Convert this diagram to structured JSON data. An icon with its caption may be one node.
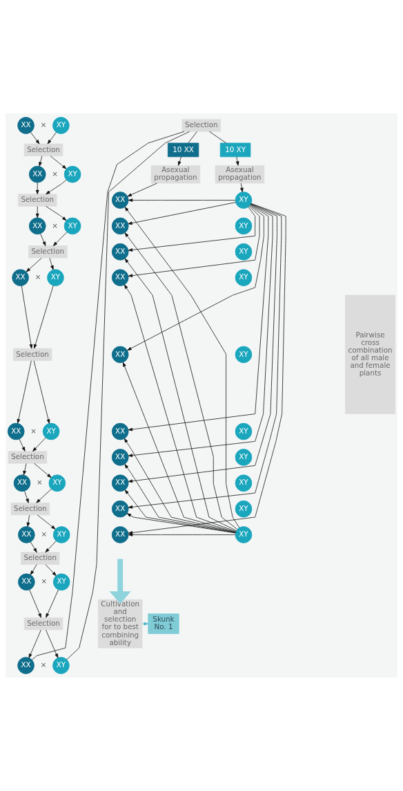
{
  "diagram": {
    "nodes": [
      {
        "text": [
          "XX"
        ]
      },
      {
        "text": [
          "XY"
        ]
      },
      {
        "text": [
          "Selection"
        ]
      },
      {
        "text": [
          "XX"
        ]
      },
      {
        "text": [
          "XY"
        ]
      },
      {
        "text": [
          "Selection"
        ]
      },
      {
        "text": [
          "XX"
        ]
      },
      {
        "text": [
          "XY"
        ]
      },
      {
        "text": [
          "Selection"
        ]
      },
      {
        "text": [
          "XX"
        ]
      },
      {
        "text": [
          "XY"
        ]
      },
      {
        "text": [
          "Selection"
        ]
      },
      {
        "text": [
          "XX"
        ]
      },
      {
        "text": [
          "XY"
        ]
      },
      {
        "text": [
          "Selection"
        ]
      },
      {
        "text": [
          "XX"
        ]
      },
      {
        "text": [
          "XY"
        ]
      },
      {
        "text": [
          "Selection"
        ]
      },
      {
        "text": [
          "XX"
        ]
      },
      {
        "text": [
          "XY"
        ]
      },
      {
        "text": [
          "Selection"
        ]
      },
      {
        "text": [
          "XX"
        ]
      },
      {
        "text": [
          "XY"
        ]
      },
      {
        "text": [
          "Selection"
        ]
      },
      {
        "text": [
          "XX"
        ]
      },
      {
        "text": [
          "XY"
        ]
      },
      {
        "text": [
          "Selection"
        ]
      },
      {
        "text": [
          "10 XX"
        ]
      },
      {
        "text": [
          "10 XY"
        ]
      },
      {
        "text": [
          "Asexual propagation"
        ]
      },
      {
        "text": [
          "Asexual propagation"
        ]
      },
      {
        "text": [
          "XX"
        ]
      },
      {
        "text": [
          "XY"
        ]
      },
      {
        "text": [
          "XX"
        ]
      },
      {
        "text": [
          "XY"
        ]
      },
      {
        "text": [
          "XX"
        ]
      },
      {
        "text": [
          "XY"
        ]
      },
      {
        "text": [
          "XX"
        ]
      },
      {
        "text": [
          "XY"
        ]
      },
      {
        "text": [
          "XX"
        ]
      },
      {
        "text": [
          "XY"
        ]
      },
      {
        "text": [
          "XX"
        ]
      },
      {
        "text": [
          "XY"
        ]
      },
      {
        "text": [
          "XX"
        ]
      },
      {
        "text": [
          "XY"
        ]
      },
      {
        "text": [
          "XX"
        ]
      },
      {
        "text": [
          "XY"
        ]
      },
      {
        "text": [
          "XX"
        ]
      },
      {
        "text": [
          "XY"
        ]
      },
      {
        "text": [
          "XX"
        ]
      },
      {
        "text": [
          "XY"
        ]
      },
      {
        "text": [
          "Pairwise cross combination of all male and female plants"
        ]
      },
      {
        "text": [
          "Cultivation and selection for to best combining ability"
        ]
      },
      {
        "text": [
          "Skunk No. 1"
        ]
      }
    ],
    "edges": [
      {
        "from": 0,
        "to": 2,
        "arrow": "to"
      },
      {
        "from": 1,
        "to": 2,
        "arrow": "to"
      },
      {
        "from": 2,
        "to": 3,
        "arrow": "to"
      },
      {
        "from": 2,
        "to": 4,
        "arrow": "to"
      },
      {
        "from": 3,
        "to": 5,
        "arrow": "to"
      },
      {
        "from": 4,
        "to": 5,
        "arrow": "to"
      },
      {
        "from": 5,
        "to": 6,
        "arrow": "to"
      },
      {
        "from": 5,
        "to": 7,
        "arrow": "to"
      },
      {
        "from": 6,
        "to": 8,
        "arrow": "to"
      },
      {
        "from": 7,
        "to": 8,
        "arrow": "to"
      },
      {
        "from": 8,
        "to": 9,
        "arrow": "to"
      },
      {
        "from": 8,
        "to": 10,
        "arrow": "to"
      },
      {
        "from": 9,
        "to": 11,
        "arrow": "to"
      },
      {
        "from": 10,
        "to": 11,
        "arrow": "to"
      },
      {
        "from": 11,
        "to": 12,
        "arrow": "to"
      },
      {
        "from": 11,
        "to": 13,
        "arrow": "to"
      },
      {
        "from": 12,
        "to": 14,
        "arrow": "to"
      },
      {
        "from": 13,
        "to": 14,
        "arrow": "to"
      },
      {
        "from": 14,
        "to": 15,
        "arrow": "to"
      },
      {
        "from": 14,
        "to": 16,
        "arrow": "to"
      },
      {
        "from": 15,
        "to": 17,
        "arrow": "to"
      },
      {
        "from": 16,
        "to": 17,
        "arrow": "to"
      },
      {
        "from": 17,
        "to": 18,
        "arrow": "to"
      },
      {
        "from": 17,
        "to": 19,
        "arrow": "to"
      },
      {
        "from": 18,
        "to": 20,
        "arrow": "to"
      },
      {
        "from": 19,
        "to": 20,
        "arrow": "to"
      },
      {
        "from": 20,
        "to": 21,
        "arrow": "to"
      },
      {
        "from": 20,
        "to": 22,
        "arrow": "to"
      },
      {
        "from": 21,
        "to": 23,
        "arrow": "to"
      },
      {
        "from": 22,
        "to": 23,
        "arrow": "to"
      },
      {
        "from": 23,
        "to": 24,
        "arrow": "to"
      },
      {
        "from": 23,
        "to": 25,
        "arrow": "to"
      },
      {
        "from": 24,
        "to": 26,
        "arrow": "none"
      },
      {
        "from": 25,
        "to": 26,
        "arrow": "none"
      },
      {
        "from": 26,
        "to": 27,
        "arrow": "none"
      },
      {
        "from": 26,
        "to": 28,
        "arrow": "none"
      },
      {
        "from": 27,
        "to": 29,
        "arrow": "to"
      },
      {
        "from": 28,
        "to": 30,
        "arrow": "to"
      },
      {
        "from": 29,
        "to": 31,
        "arrow": "to"
      },
      {
        "from": 30,
        "to": 32,
        "arrow": "to"
      },
      {
        "from": 32,
        "to": 31,
        "arrow": "to"
      },
      {
        "from": 32,
        "to": 33,
        "arrow": "to"
      },
      {
        "from": 32,
        "to": 35,
        "arrow": "to"
      },
      {
        "from": 32,
        "to": 37,
        "arrow": "to"
      },
      {
        "from": 32,
        "to": 39,
        "arrow": "to"
      },
      {
        "from": 32,
        "to": 41,
        "arrow": "to"
      },
      {
        "from": 32,
        "to": 43,
        "arrow": "to"
      },
      {
        "from": 32,
        "to": 45,
        "arrow": "to"
      },
      {
        "from": 32,
        "to": 47,
        "arrow": "to"
      },
      {
        "from": 32,
        "to": 49,
        "arrow": "to"
      },
      {
        "from": 50,
        "to": 31,
        "arrow": "to"
      },
      {
        "from": 50,
        "to": 33,
        "arrow": "to"
      },
      {
        "from": 50,
        "to": 35,
        "arrow": "to"
      },
      {
        "from": 50,
        "to": 37,
        "arrow": "to"
      },
      {
        "from": 50,
        "to": 39,
        "arrow": "to"
      },
      {
        "from": 50,
        "to": 41,
        "arrow": "to"
      },
      {
        "from": 50,
        "to": 43,
        "arrow": "to"
      },
      {
        "from": 50,
        "to": 45,
        "arrow": "to"
      },
      {
        "from": 50,
        "to": 47,
        "arrow": "to"
      },
      {
        "from": 50,
        "to": 49,
        "arrow": "to"
      },
      {
        "from": null,
        "to": 52,
        "arrow": "to",
        "style": "thick",
        "color": "#8fd3dc"
      },
      {
        "from": 52,
        "to": 53,
        "arrow": "to",
        "color": "#3fb3c8"
      }
    ],
    "labels": [
      "×",
      "×",
      "×",
      "×",
      "×",
      "×",
      "×",
      "×",
      "×"
    ]
  }
}
